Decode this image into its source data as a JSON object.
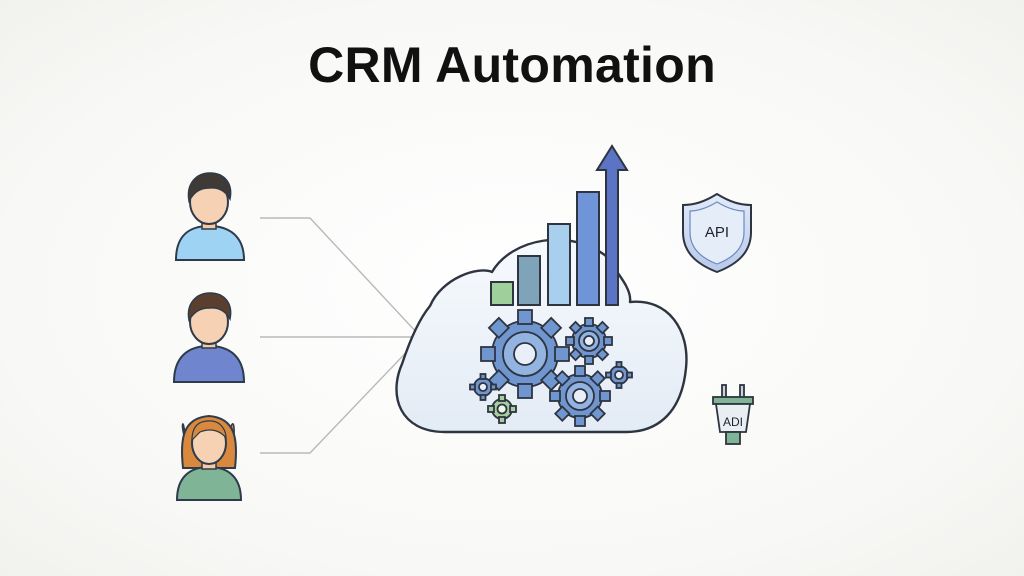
{
  "title": "CRM Automation",
  "users": [
    {
      "icon": "male-user-icon",
      "shirt_color": "#9fd3f3"
    },
    {
      "icon": "male-user-icon",
      "shirt_color": "#6f86cf"
    },
    {
      "icon": "female-user-icon",
      "shirt_color": "#7fb596"
    }
  ],
  "cloud": {
    "icon": "cloud-icon",
    "bar_colors": [
      "#9fcf9a",
      "#7fa3b8",
      "#a9cfef",
      "#6f94d8",
      "#5b74c4"
    ],
    "arrow_color": "#5b74c4",
    "gear_color": "#6f93cc"
  },
  "api_shield": {
    "label": "API",
    "icon": "shield-icon"
  },
  "api_plug": {
    "label": "ADI",
    "icon": "plug-icon"
  }
}
